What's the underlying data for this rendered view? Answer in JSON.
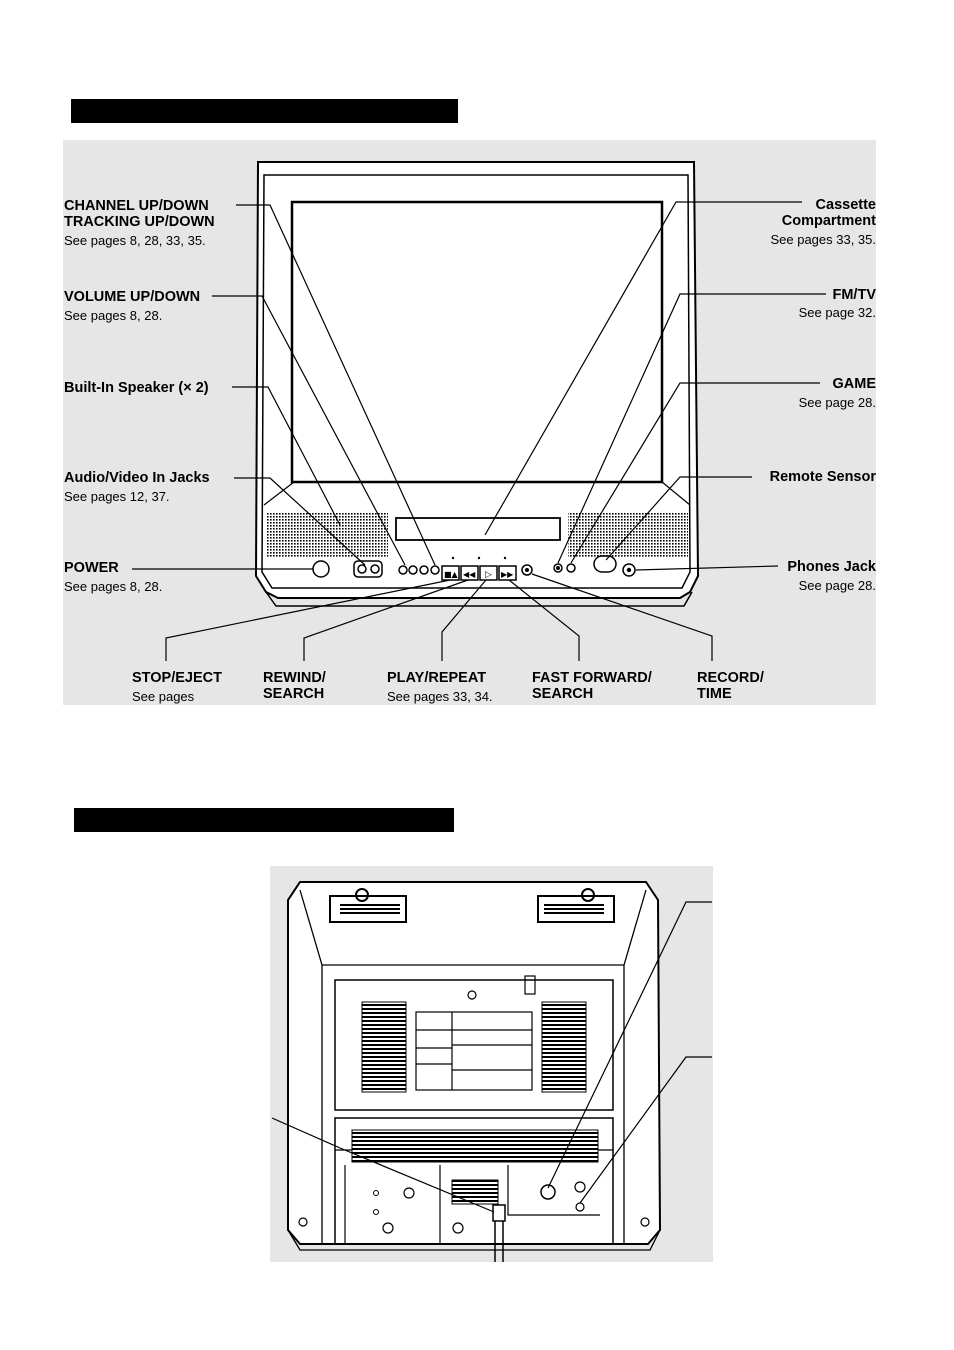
{
  "front": {
    "channel": {
      "line1": "CHANNEL UP/DOWN",
      "line2": "TRACKING UP/DOWN",
      "ref": "See pages 8, 28, 33, 35."
    },
    "volume": {
      "label": "VOLUME UP/DOWN",
      "ref": "See pages 8, 28."
    },
    "speaker": {
      "label": "Built-In Speaker (× 2)"
    },
    "av_jacks": {
      "label": "Audio/Video In Jacks",
      "ref": "See pages 12, 37."
    },
    "power": {
      "label": "POWER",
      "ref": "See pages 8, 28."
    },
    "cassette": {
      "line1": "Cassette",
      "line2": "Compartment",
      "ref": "See pages 33, 35."
    },
    "fmtv": {
      "label": "FM/TV",
      "ref": "See page 32."
    },
    "game": {
      "label": "GAME",
      "ref": "See page 28."
    },
    "remote_sensor": {
      "label": "Remote Sensor"
    },
    "phones": {
      "label": "Phones Jack",
      "ref": "See page 28."
    },
    "stop": {
      "label": "STOP/EJECT",
      "ref": "See pages"
    },
    "rewind": {
      "line1": "REWIND/",
      "line2": "SEARCH"
    },
    "play": {
      "label": "PLAY/REPEAT",
      "ref": "See pages 33, 34."
    },
    "ffwd": {
      "line1": "FAST FORWARD/",
      "line2": "SEARCH"
    },
    "record": {
      "line1": "RECORD/",
      "line2": "TIME"
    }
  }
}
